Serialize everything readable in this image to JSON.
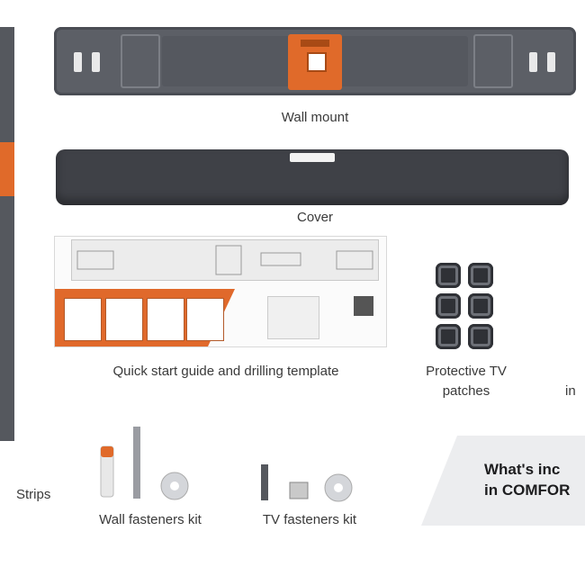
{
  "items": {
    "wall_mount": "Wall mount",
    "cover": "Cover",
    "template": "Quick start guide and drilling template",
    "patches_line1": "Protective TV",
    "patches_line2": "patches",
    "strips": "Strips",
    "wall_fasteners": "Wall fasteners kit",
    "tv_fasteners": "TV fasteners kit",
    "partial_right": "in"
  },
  "banner": {
    "line1": "What's inc",
    "line2": "in COMFOR"
  },
  "colors": {
    "accent": "#e06a2a",
    "metal": "#5c5f66",
    "dark": "#3f4147"
  }
}
